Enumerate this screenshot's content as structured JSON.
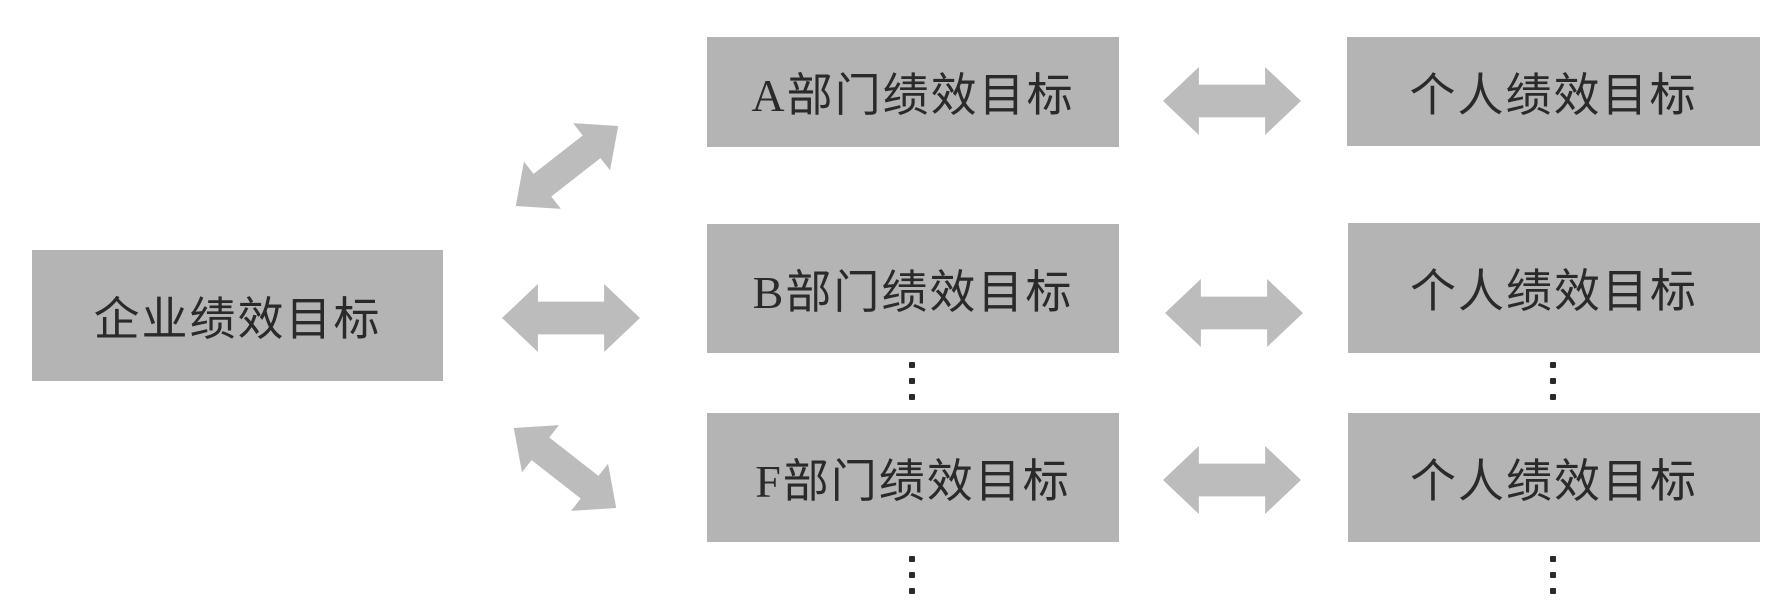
{
  "diagram": {
    "enterprise_box": {
      "label": "企业绩效目标"
    },
    "department_boxes": [
      {
        "label": "A部门绩效目标"
      },
      {
        "label": "B部门绩效目标"
      },
      {
        "label": "F部门绩效目标"
      }
    ],
    "individual_boxes": [
      {
        "label": "个人绩效目标"
      },
      {
        "label": "个人绩效目标"
      },
      {
        "label": "个人绩效目标"
      }
    ],
    "colors": {
      "box_fill": "#b4b4b4",
      "arrow_fill": "#bcbcbc",
      "text": "#2a2a2a",
      "background": "#ffffff"
    }
  }
}
